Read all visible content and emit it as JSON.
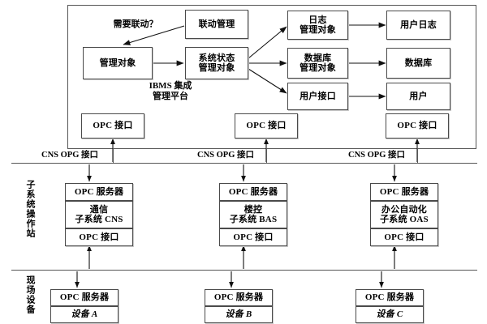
{
  "figure": {
    "title_label": "IBMS 集成\n管理平台"
  },
  "platform": {
    "question_label": "需要联动？",
    "nodes": [
      {
        "id": "guanli-duixiang",
        "label": "管理对象"
      },
      {
        "id": "liandong-guanli",
        "label": "联动管理"
      },
      {
        "id": "xitong-zhuangtai",
        "label": "系统状态\n管理对象"
      },
      {
        "id": "rizhi-guanli-duixiang",
        "label": "日志\n管理对象"
      },
      {
        "id": "shujuku-guanli-duixiang",
        "label": "数据库\n管理对象"
      },
      {
        "id": "yonghu-jiekou",
        "label": "用户接口"
      },
      {
        "id": "yonghu-rizhi",
        "label": "用户日志"
      },
      {
        "id": "shujuku",
        "label": "数据库"
      },
      {
        "id": "yonghu",
        "label": "用户"
      }
    ],
    "opc_interfaces": [
      {
        "label": "OPC 接口"
      },
      {
        "label": "OPC 接口"
      },
      {
        "label": "OPC 接口"
      }
    ]
  },
  "bus": {
    "labels": [
      "CNS  OPG 接口",
      "CNS  OPG 接口",
      "CNS  OPG 接口"
    ]
  },
  "subsystem_layer": {
    "side_label": "子系统操作站",
    "stations": [
      {
        "server_label": "OPC 服务器",
        "name_label": "通信\n子系统 CNS",
        "interface_label": "OPC 接口"
      },
      {
        "server_label": "OPC 服务器",
        "name_label": "楼控\n子系统 BAS",
        "interface_label": "OPC 接口"
      },
      {
        "server_label": "OPC 服务器",
        "name_label": "办公自动化\n子系统 OAS",
        "interface_label": "OPC 接口"
      }
    ]
  },
  "device_layer": {
    "side_label": "现场设备",
    "devices": [
      {
        "server_label": "OPC 服务器",
        "device_label": "设备 A"
      },
      {
        "server_label": "OPC 服务器",
        "device_label": "设备 B"
      },
      {
        "server_label": "OPC 服务器",
        "device_label": "设备 C"
      }
    ]
  },
  "colors": {
    "stroke": "#555555",
    "box_border": "#4a4a4a",
    "shadow": "#c9c9c9",
    "background": "#ffffff"
  }
}
